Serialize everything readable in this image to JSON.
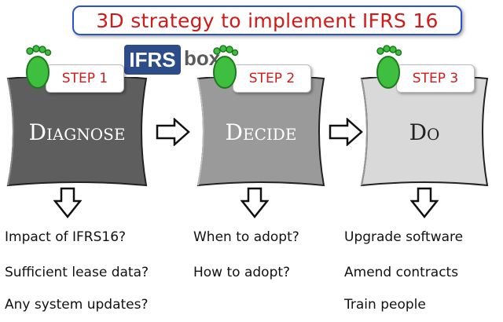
{
  "title": "3D strategy to implement IFRS 16",
  "logo": {
    "left": "IFRS",
    "right": "box"
  },
  "steps": [
    {
      "tag": "STEP 1",
      "name": "Diagnose",
      "fill": "#5e5e5e",
      "text_color": "#ffffff",
      "items": [
        "Impact of IFRS16?",
        "Sufficient lease data?",
        "Any system updates?"
      ]
    },
    {
      "tag": "STEP 2",
      "name": "Decide",
      "fill": "#9a9a9a",
      "text_color": "#ffffff",
      "items": [
        "When to adopt?",
        "How to adopt?"
      ]
    },
    {
      "tag": "STEP 3",
      "name": "Do",
      "fill": "#d9d9d9",
      "text_color": "#222222",
      "items": [
        "Upgrade software",
        "Amend contracts",
        "Train people"
      ]
    }
  ],
  "colors": {
    "accent_red": "#d11a1a",
    "title_border": "#2b55c4",
    "footprint": "#3fbf3f"
  }
}
